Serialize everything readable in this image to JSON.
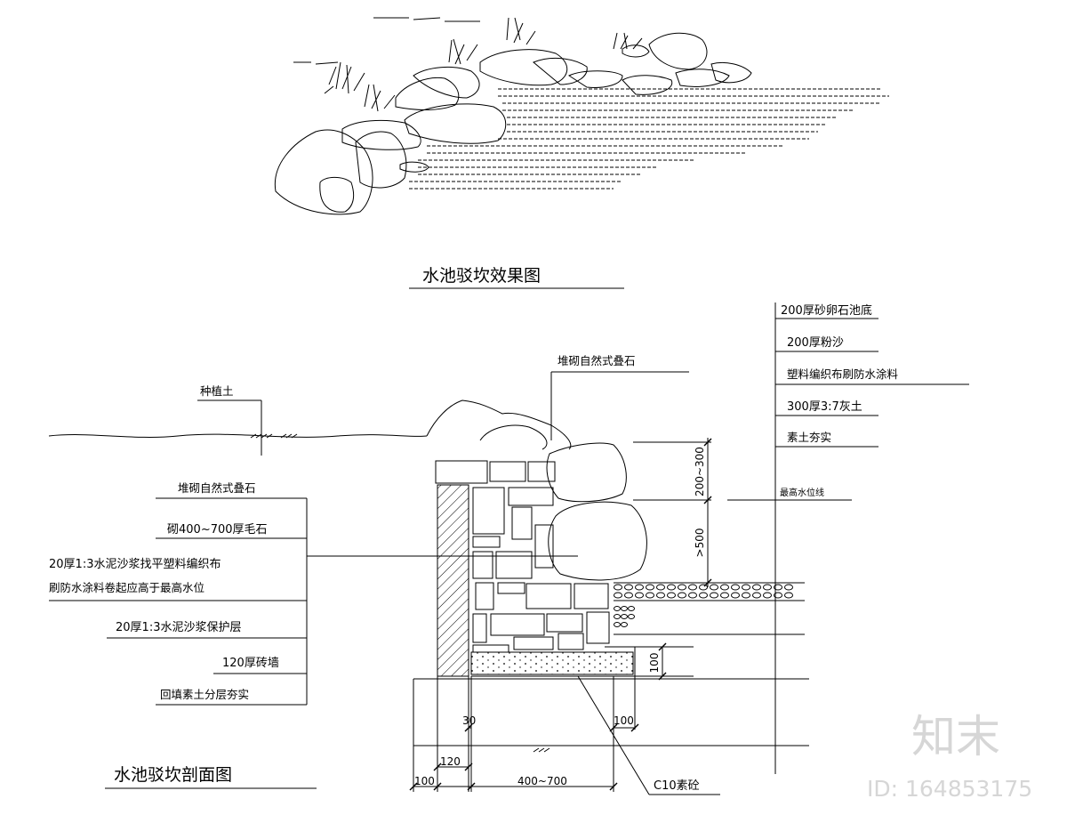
{
  "top_title": "水池驳坎效果图",
  "section_title": "水池驳坎剖面图",
  "labels": {
    "planting_soil": "种植土",
    "rockery_top": "堆砌自然式叠石",
    "rockery_left": "堆砌自然式叠石",
    "rubble": "砌400~700厚毛石",
    "mortar_a": "20厚1:3水泥沙浆找平塑料编织布",
    "mortar_b": "刷防水涂料卷起应高于最高水位",
    "protect": "20厚1:3水泥沙浆保护层",
    "brick": "120厚砖墙",
    "backfill": "回填素土分层夯实",
    "pebble": "200厚砂卵石池底",
    "sand": "200厚粉沙",
    "fabric": "塑料编织布刷防水涂料",
    "lime": "300厚3:7灰土",
    "compact": "素土夯实",
    "high_water": "最高水位线",
    "concrete": "C10素砼"
  },
  "dims": {
    "d200_300": "200~300",
    "d500": ">500",
    "d100v": "100",
    "d30": "30",
    "d100r": "100",
    "d120": "120",
    "d100l": "100",
    "d400_700": "400~700"
  },
  "watermark": {
    "brand": "知末",
    "id": "ID: 164853175"
  }
}
